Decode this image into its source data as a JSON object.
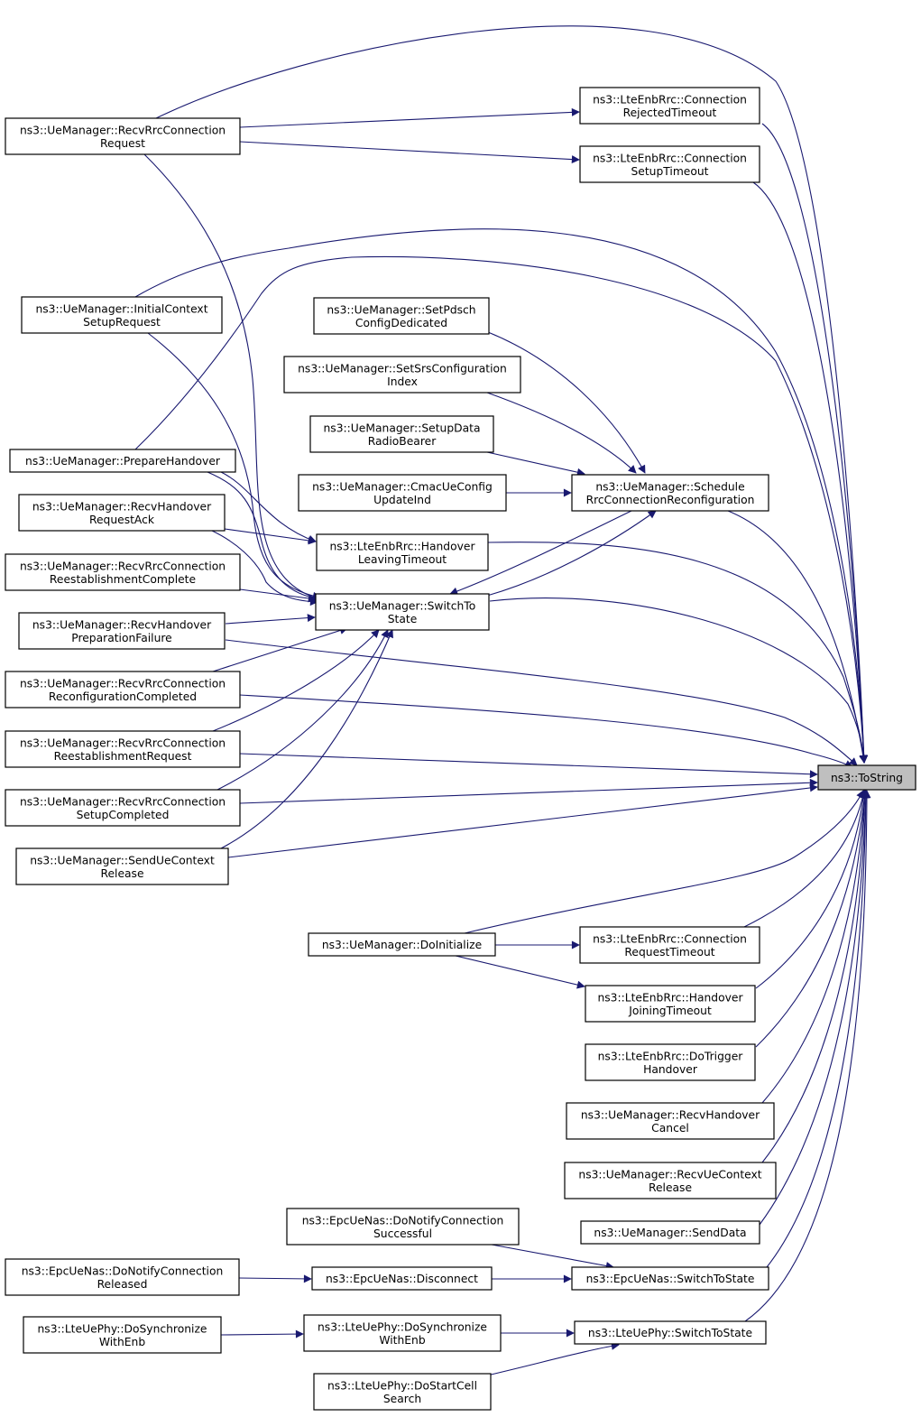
{
  "graph_title": "",
  "edge_color": "#191970",
  "highlight_fill": "#bfbfbf",
  "nodes": {
    "tostring": [
      "ns3::ToString"
    ],
    "recv_rrc_conn_request": [
      "ns3::UeManager::RecvRrcConnection",
      "Request"
    ],
    "conn_rejected_timeout": [
      "ns3::LteEnbRrc::Connection",
      "RejectedTimeout"
    ],
    "conn_setup_timeout": [
      "ns3::LteEnbRrc::Connection",
      "SetupTimeout"
    ],
    "initial_context_setup": [
      "ns3::UeManager::InitialContext",
      "SetupRequest"
    ],
    "set_pdsch_config": [
      "ns3::UeManager::SetPdsch",
      "ConfigDedicated"
    ],
    "set_srs_config": [
      "ns3::UeManager::SetSrsConfiguration",
      "Index"
    ],
    "setup_data_radio_bearer": [
      "ns3::UeManager::SetupData",
      "RadioBearer"
    ],
    "cmac_ue_config": [
      "ns3::UeManager::CmacUeConfig",
      "UpdateInd"
    ],
    "schedule_rrc_reconf": [
      "ns3::UeManager::Schedule",
      "RrcConnectionReconfiguration"
    ],
    "prepare_handover": [
      "ns3::UeManager::PrepareHandover"
    ],
    "recv_handover_request_ack": [
      "ns3::UeManager::RecvHandover",
      "RequestAck"
    ],
    "handover_leaving_timeout": [
      "ns3::LteEnbRrc::Handover",
      "LeavingTimeout"
    ],
    "recv_reestablishment_complete": [
      "ns3::UeManager::RecvRrcConnection",
      "ReestablishmentComplete"
    ],
    "switch_to_state": [
      "ns3::UeManager::SwitchTo",
      "State"
    ],
    "recv_handover_prep_failure": [
      "ns3::UeManager::RecvHandover",
      "PreparationFailure"
    ],
    "recv_reconf_completed": [
      "ns3::UeManager::RecvRrcConnection",
      "ReconfigurationCompleted"
    ],
    "recv_reestablishment_request": [
      "ns3::UeManager::RecvRrcConnection",
      "ReestablishmentRequest"
    ],
    "recv_setup_completed": [
      "ns3::UeManager::RecvRrcConnection",
      "SetupCompleted"
    ],
    "send_ue_context_release": [
      "ns3::UeManager::SendUeContext",
      "Release"
    ],
    "do_initialize": [
      "ns3::UeManager::DoInitialize"
    ],
    "conn_request_timeout": [
      "ns3::LteEnbRrc::Connection",
      "RequestTimeout"
    ],
    "handover_joining_timeout": [
      "ns3::LteEnbRrc::Handover",
      "JoiningTimeout"
    ],
    "do_trigger_handover": [
      "ns3::LteEnbRrc::DoTrigger",
      "Handover"
    ],
    "recv_handover_cancel": [
      "ns3::UeManager::RecvHandover",
      "Cancel"
    ],
    "recv_ue_context_release": [
      "ns3::UeManager::RecvUeContext",
      "Release"
    ],
    "send_data": [
      "ns3::UeManager::SendData"
    ],
    "nas_notify_successful": [
      "ns3::EpcUeNas::DoNotifyConnection",
      "Successful"
    ],
    "nas_notify_released": [
      "ns3::EpcUeNas::DoNotifyConnection",
      "Released"
    ],
    "nas_disconnect": [
      "ns3::EpcUeNas::Disconnect"
    ],
    "nas_switch_to_state": [
      "ns3::EpcUeNas::SwitchToState"
    ],
    "phy_do_sync_left": [
      "ns3::LteUePhy::DoSynchronize",
      "WithEnb"
    ],
    "phy_do_sync_mid": [
      "ns3::LteUePhy::DoSynchronize",
      "WithEnb"
    ],
    "phy_switch_to_state": [
      "ns3::LteUePhy::SwitchToState"
    ],
    "phy_do_start_cell_search": [
      "ns3::LteUePhy::DoStartCell",
      "Search"
    ]
  }
}
